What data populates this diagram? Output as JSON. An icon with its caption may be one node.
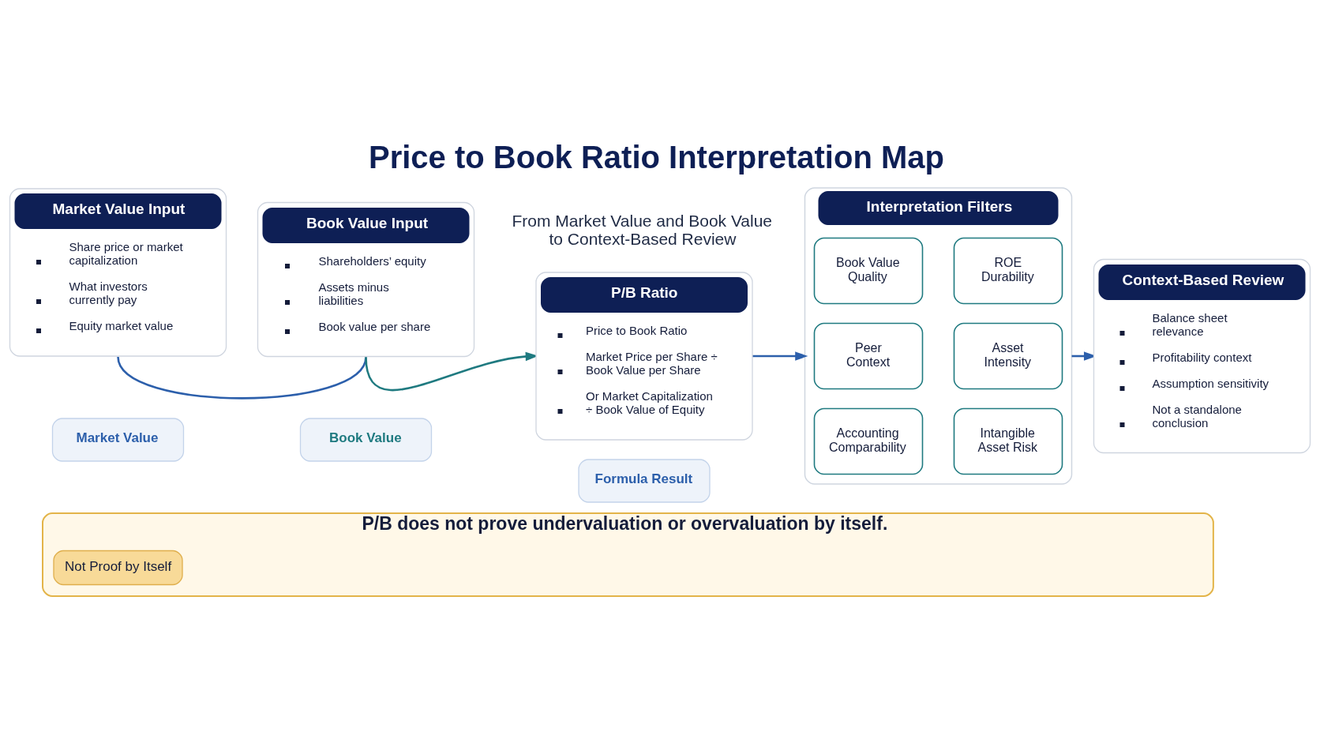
{
  "diagram": {
    "title": "Price to Book Ratio Interpretation Map",
    "nodes": [
      {
        "text": [
          "Market Value Input",
          "Share price or market capitalization",
          "What investors currently pay",
          "Equity market value"
        ]
      },
      {
        "text": [
          "Book Value Input",
          "Shareholders’ equity",
          "Assets minus liabilities",
          "Book value per share"
        ]
      },
      {
        "text": [
          "P/B Ratio",
          "Price to Book Ratio",
          "Market Price per Share ÷ Book Value per Share",
          "Or Market Capitalization ÷ Book Value of Equity"
        ]
      },
      {
        "text": [
          "Interpretation Filters"
        ]
      },
      {
        "text": [
          "Book Value Quality"
        ],
        "in": 3
      },
      {
        "text": [
          "ROE Durability"
        ],
        "in": 3
      },
      {
        "text": [
          "Peer Context"
        ],
        "in": 3
      },
      {
        "text": [
          "Asset Intensity"
        ],
        "in": 3
      },
      {
        "text": [
          "Accounting Comparability"
        ],
        "in": 3
      },
      {
        "text": [
          "Intangible Asset Risk"
        ],
        "in": 3
      },
      {
        "text": [
          "Context-Based Review",
          "Balance sheet relevance",
          "Profitability context",
          "Assumption sensitivity",
          "Not a standalone conclusion"
        ]
      },
      {
        "text": [
          "Market Value"
        ]
      },
      {
        "text": [
          "Book Value"
        ]
      },
      {
        "text": [
          "Formula Result"
        ]
      },
      {
        "text": [
          "P/B does not prove undervaluation or overvaluation by itself."
        ]
      },
      {
        "text": [
          "Not Proof by Itself"
        ],
        "in": 14
      }
    ],
    "edges": [
      {
        "from": 0,
        "to": 1,
        "arrow": "none"
      },
      {
        "from": 1,
        "to": 2,
        "arrow": "to",
        "color": "#1f7a80"
      },
      {
        "from": 2,
        "to": 3,
        "arrow": "to"
      },
      {
        "from": 3,
        "to": 10,
        "arrow": "to"
      }
    ],
    "labels": [
      "From Market Value and Book Value to Context-Based Review"
    ]
  }
}
